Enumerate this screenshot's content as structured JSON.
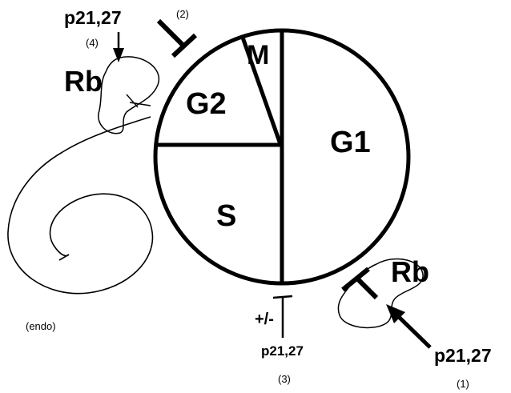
{
  "diagram": {
    "phases": {
      "g1": "G1",
      "s": "S",
      "g2": "G2",
      "m": "M"
    },
    "rb_label": "Rb",
    "inhibitor_label": "p21,27",
    "plus_minus": "+/-",
    "step_markers": {
      "step1": "(1)",
      "step2": "(2)",
      "step3": "(3)",
      "step4": "(4)"
    },
    "endo_label": "(endo)"
  }
}
